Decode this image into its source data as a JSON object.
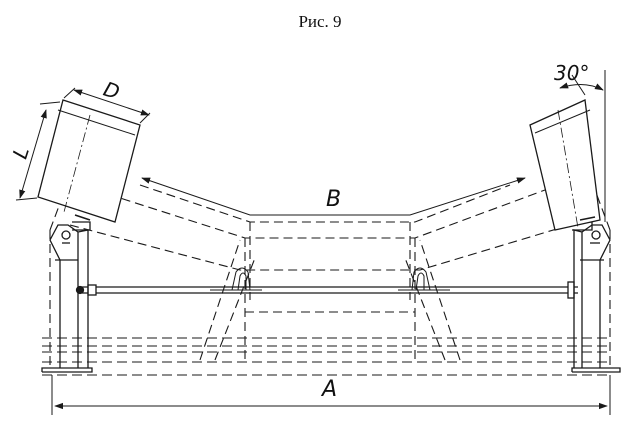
{
  "figure": {
    "caption": "Рис. 9",
    "labels": {
      "diameter": "D",
      "length": "L",
      "width": "B",
      "overall": "A",
      "angle": "30°"
    }
  },
  "colors": {
    "line": "#1a1a1a",
    "background": "#ffffff"
  }
}
